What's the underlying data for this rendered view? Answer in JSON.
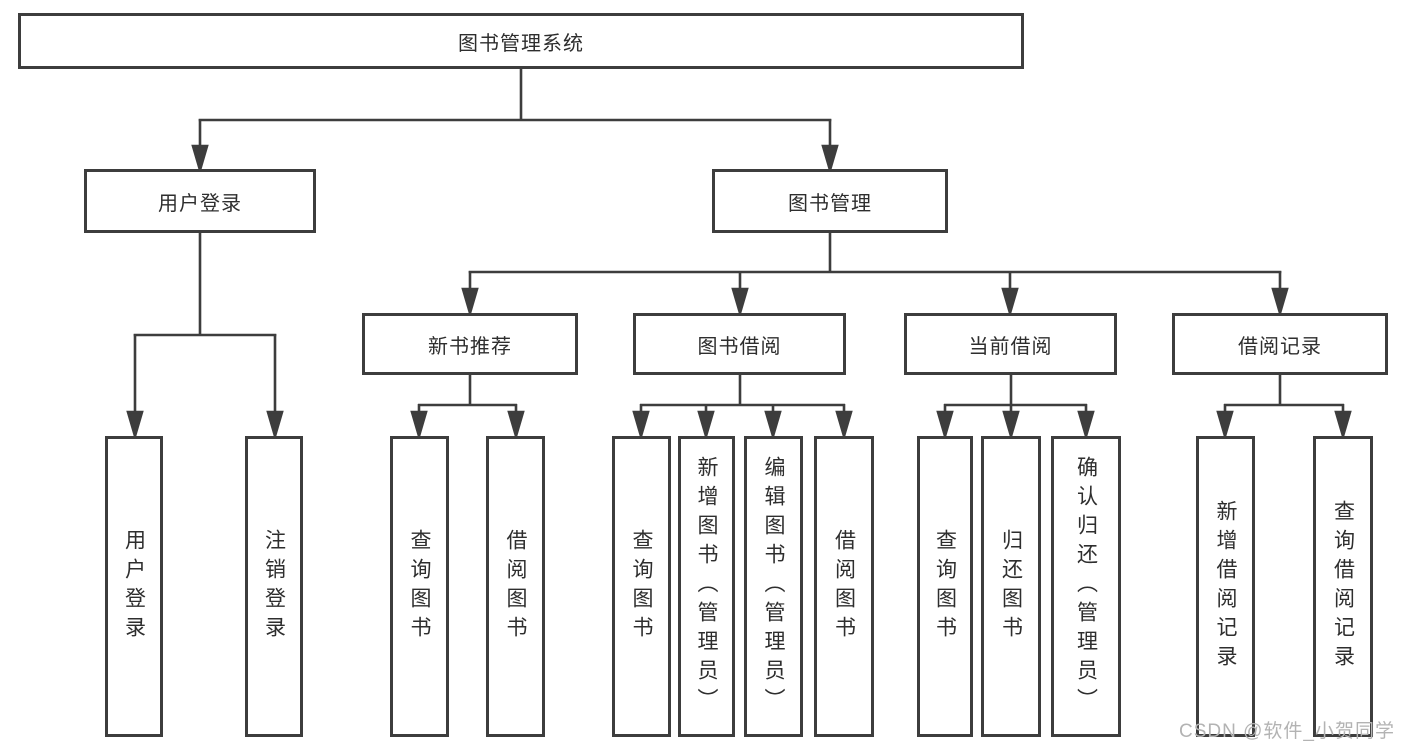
{
  "tree": {
    "label": "图书管理系统",
    "children": [
      {
        "label": "用户登录",
        "children": [
          {
            "label": "用户登录"
          },
          {
            "label": "注销登录"
          }
        ]
      },
      {
        "label": "图书管理",
        "children": [
          {
            "label": "新书推荐",
            "children": [
              {
                "label": "查询图书"
              },
              {
                "label": "借阅图书"
              }
            ]
          },
          {
            "label": "图书借阅",
            "children": [
              {
                "label": "查询图书"
              },
              {
                "label": "新增图书（管理员）"
              },
              {
                "label": "编辑图书（管理员）"
              },
              {
                "label": "借阅图书"
              }
            ]
          },
          {
            "label": "当前借阅",
            "children": [
              {
                "label": "查询图书"
              },
              {
                "label": "归还图书"
              },
              {
                "label": "确认归还（管理员）"
              }
            ]
          },
          {
            "label": "借阅记录",
            "children": [
              {
                "label": "新增借阅记录"
              },
              {
                "label": "查询借阅记录"
              }
            ]
          }
        ]
      }
    ]
  },
  "watermark": "CSDN @软件_小贺同学",
  "colors": {
    "line": "#3d3d3d",
    "box_border": "#3d3d3d",
    "box_background": "#ffffff",
    "text": "#2e2e2e",
    "watermark": "#b3b3b3"
  }
}
